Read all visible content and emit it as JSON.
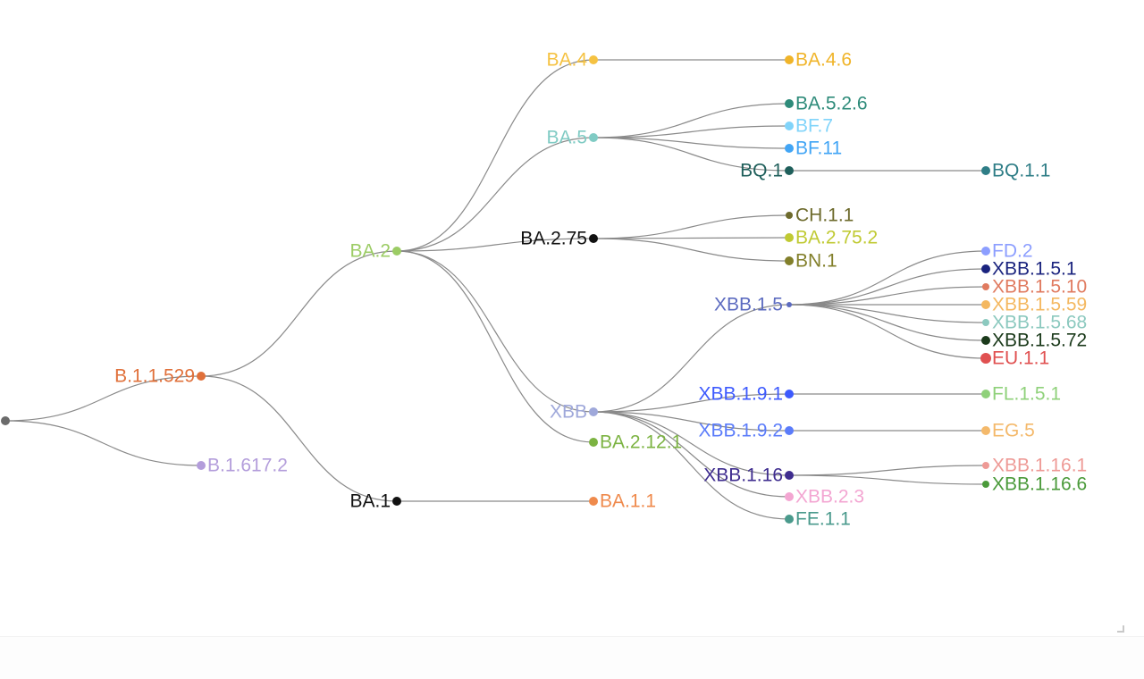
{
  "tree": {
    "nodes": [
      {
        "id": "root",
        "label": "",
        "color": "#6b6b6b"
      },
      {
        "id": "B.1.1.529",
        "label": "B.1.1.529",
        "color": "#e0703a",
        "parent": "root"
      },
      {
        "id": "B.1.617.2",
        "label": "B.1.617.2",
        "color": "#b39ddb",
        "parent": "root"
      },
      {
        "id": "BA.2",
        "label": "BA.2",
        "color": "#9ccc65",
        "parent": "B.1.1.529"
      },
      {
        "id": "BA.1",
        "label": "BA.1",
        "color": "#111111",
        "parent": "B.1.1.529"
      },
      {
        "id": "BA.4",
        "label": "BA.4",
        "color": "#f5c242",
        "parent": "BA.2"
      },
      {
        "id": "BA.5",
        "label": "BA.5",
        "color": "#80cbc4",
        "parent": "BA.2"
      },
      {
        "id": "BA.2.75",
        "label": "BA.2.75",
        "color": "#111111",
        "parent": "BA.2"
      },
      {
        "id": "XBB",
        "label": "XBB",
        "color": "#9fa8da",
        "parent": "BA.2"
      },
      {
        "id": "BA.2.12.1",
        "label": "BA.2.12.1",
        "color": "#7cb342",
        "parent": "BA.2"
      },
      {
        "id": "BA.1.1",
        "label": "BA.1.1",
        "color": "#ef8a4c",
        "parent": "BA.1"
      },
      {
        "id": "BA.4.6",
        "label": "BA.4.6",
        "color": "#f0b429",
        "parent": "BA.4"
      },
      {
        "id": "BA.5.2.6",
        "label": "BA.5.2.6",
        "color": "#2e8b7a",
        "parent": "BA.5"
      },
      {
        "id": "BF.7",
        "label": "BF.7",
        "color": "#81d4fa",
        "parent": "BA.5"
      },
      {
        "id": "BF.11",
        "label": "BF.11",
        "color": "#42a5f5",
        "parent": "BA.5"
      },
      {
        "id": "BQ.1",
        "label": "BQ.1",
        "color": "#1f5f5b",
        "parent": "BA.5"
      },
      {
        "id": "CH.1.1",
        "label": "CH.1.1",
        "color": "#6d6a2c",
        "parent": "BA.2.75"
      },
      {
        "id": "BA.2.75.2",
        "label": "BA.2.75.2",
        "color": "#c0ca33",
        "parent": "BA.2.75"
      },
      {
        "id": "BN.1",
        "label": "BN.1",
        "color": "#827f2a",
        "parent": "BA.2.75"
      },
      {
        "id": "XBB.1.5",
        "label": "XBB.1.5",
        "color": "#5c6bc0",
        "parent": "XBB"
      },
      {
        "id": "XBB.1.9.1",
        "label": "XBB.1.9.1",
        "color": "#3d5afe",
        "parent": "XBB"
      },
      {
        "id": "XBB.1.9.2",
        "label": "XBB.1.9.2",
        "color": "#5b7cfa",
        "parent": "XBB"
      },
      {
        "id": "XBB.1.16",
        "label": "XBB.1.16",
        "color": "#3f2d8f",
        "parent": "XBB"
      },
      {
        "id": "XBB.2.3",
        "label": "XBB.2.3",
        "color": "#f3a6d2",
        "parent": "XBB"
      },
      {
        "id": "FE.1.1",
        "label": "FE.1.1",
        "color": "#4a9a8c",
        "parent": "XBB"
      },
      {
        "id": "BQ.1.1",
        "label": "BQ.1.1",
        "color": "#2e7d86",
        "parent": "BQ.1"
      },
      {
        "id": "FD.2",
        "label": "FD.2",
        "color": "#8c9eff",
        "parent": "XBB.1.5"
      },
      {
        "id": "XBB.1.5.1",
        "label": "XBB.1.5.1",
        "color": "#1a237e",
        "parent": "XBB.1.5"
      },
      {
        "id": "XBB.1.5.10",
        "label": "XBB.1.5.10",
        "color": "#e07a5f",
        "parent": "XBB.1.5"
      },
      {
        "id": "XBB.1.5.59",
        "label": "XBB.1.5.59",
        "color": "#f4b860",
        "parent": "XBB.1.5"
      },
      {
        "id": "XBB.1.5.68",
        "label": "XBB.1.5.68",
        "color": "#8cc9bf",
        "parent": "XBB.1.5"
      },
      {
        "id": "XBB.1.5.72",
        "label": "XBB.1.5.72",
        "color": "#1b3a1b",
        "parent": "XBB.1.5"
      },
      {
        "id": "EU.1.1",
        "label": "EU.1.1",
        "color": "#e05050",
        "parent": "XBB.1.5"
      },
      {
        "id": "FL.1.5.1",
        "label": "FL.1.5.1",
        "color": "#8fd17a",
        "parent": "XBB.1.9.1"
      },
      {
        "id": "EG.5",
        "label": "EG.5",
        "color": "#f4b96b",
        "parent": "XBB.1.9.2"
      },
      {
        "id": "XBB.1.16.1",
        "label": "XBB.1.16.1",
        "color": "#ee9a96",
        "parent": "XBB.1.16"
      },
      {
        "id": "XBB.1.16.6",
        "label": "XBB.1.16.6",
        "color": "#4a9a3a",
        "parent": "XBB.1.16"
      }
    ]
  }
}
